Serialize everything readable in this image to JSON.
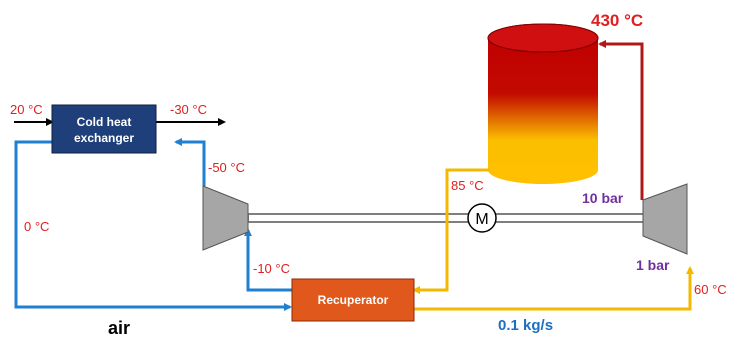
{
  "components": {
    "cold_hx": "Cold heat exchanger",
    "cold_hx_line1": "Cold heat",
    "cold_hx_line2": "exchanger",
    "recuperator": "Recuperator",
    "motor": "M"
  },
  "labels": {
    "t_in_cold_hx": "20 °C",
    "t_out_cold_hx": "-30 °C",
    "t_compressor_left_out": "-50 °C",
    "t_left_return": "0 °C",
    "t_recuperator_to_turbine": "-10 °C",
    "t_tank_out": "85 °C",
    "t_tank_top": "430 °C",
    "t_right_in": "60 °C",
    "p_high": "10 bar",
    "p_low": "1 bar",
    "mass_flow": "0.1 kg/s",
    "medium": "air"
  },
  "colors": {
    "cold_hx_fill": "#1f3f7a",
    "recuperator_fill": "#e0581b",
    "blue_line": "#1f7fd0",
    "yellow_line": "#f5b800",
    "dark_red_line": "#b01818",
    "red_text": "#e02020",
    "purple_text": "#7030a0",
    "blue_text": "#1f6fc0",
    "machine_gray": "#a6a6a6"
  }
}
